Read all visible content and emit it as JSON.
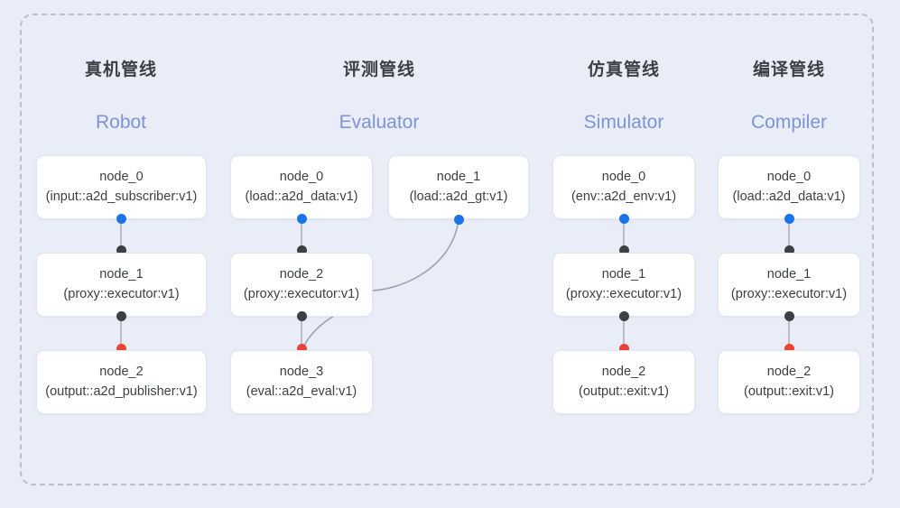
{
  "diagram": {
    "background_color": "#e9edf8",
    "frame_border_color": "#b9bfcf",
    "port_colors": {
      "input": "#1a73e8",
      "middle": "#3c4043",
      "output": "#ea4335"
    },
    "edge_color": "#9aa3b5",
    "columns": [
      {
        "id": "robot",
        "title": "真机管线",
        "subtitle": "Robot",
        "nodes": [
          {
            "name": "node_0",
            "spec": "(input::a2d_subscriber:v1)"
          },
          {
            "name": "node_1",
            "spec": "(proxy::executor:v1)"
          },
          {
            "name": "node_2",
            "spec": "(output::a2d_publisher:v1)"
          }
        ]
      },
      {
        "id": "evaluator",
        "title": "评测管线",
        "subtitle": "Evaluator",
        "nodes": [
          {
            "name": "node_0",
            "spec": "(load::a2d_data:v1)"
          },
          {
            "name": "node_1",
            "spec": "(load::a2d_gt:v1)"
          },
          {
            "name": "node_2",
            "spec": "(proxy::executor:v1)"
          },
          {
            "name": "node_3",
            "spec": "(eval::a2d_eval:v1)"
          }
        ]
      },
      {
        "id": "simulator",
        "title": "仿真管线",
        "subtitle": "Simulator",
        "nodes": [
          {
            "name": "node_0",
            "spec": "(env::a2d_env:v1)"
          },
          {
            "name": "node_1",
            "spec": "(proxy::executor:v1)"
          },
          {
            "name": "node_2",
            "spec": "(output::exit:v1)"
          }
        ]
      },
      {
        "id": "compiler",
        "title": "编译管线",
        "subtitle": "Compiler",
        "nodes": [
          {
            "name": "node_0",
            "spec": "(load::a2d_data:v1)"
          },
          {
            "name": "node_1",
            "spec": "(proxy::executor:v1)"
          },
          {
            "name": "node_2",
            "spec": "(output::exit:v1)"
          }
        ]
      }
    ]
  }
}
